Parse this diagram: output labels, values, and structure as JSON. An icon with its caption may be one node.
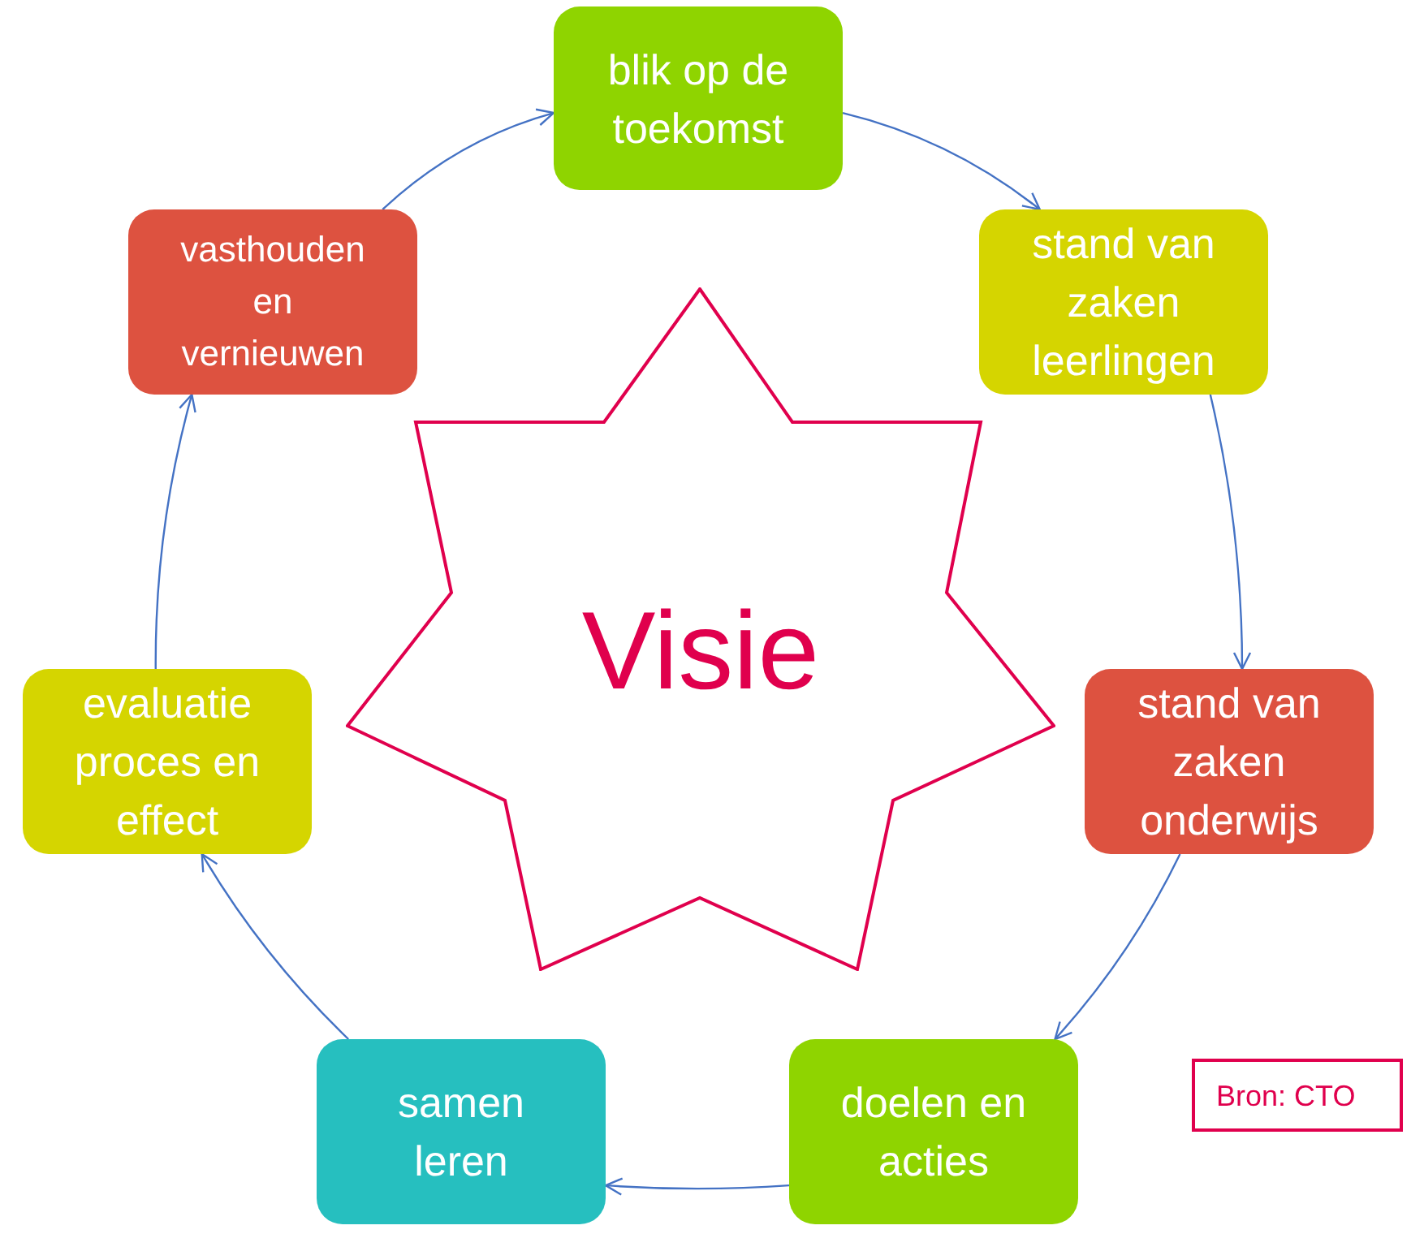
{
  "diagram": {
    "nodes": [
      {
        "text": [
          "blik op de toekomst"
        ]
      },
      {
        "text": [
          "stand van zaken leerlingen"
        ]
      },
      {
        "text": [
          "stand van zaken onderwijs"
        ]
      },
      {
        "text": [
          "doelen en acties"
        ]
      },
      {
        "text": [
          "samen leren"
        ]
      },
      {
        "text": [
          "evaluatie proces en effect"
        ]
      },
      {
        "text": [
          "vasthouden en vernieuwen"
        ]
      },
      {
        "text": [
          "Visie"
        ]
      },
      {
        "text": [
          "Bron: CTO"
        ]
      }
    ],
    "edges": [
      {
        "from": 0,
        "to": 1,
        "arrow": "to"
      },
      {
        "from": 1,
        "to": 2,
        "arrow": "to"
      },
      {
        "from": 2,
        "to": 3,
        "arrow": "to"
      },
      {
        "from": 3,
        "to": 4,
        "arrow": "to"
      },
      {
        "from": 4,
        "to": 5,
        "arrow": "to"
      },
      {
        "from": 5,
        "to": 6,
        "arrow": "to"
      },
      {
        "from": 6,
        "to": 0,
        "arrow": "to"
      }
    ]
  }
}
